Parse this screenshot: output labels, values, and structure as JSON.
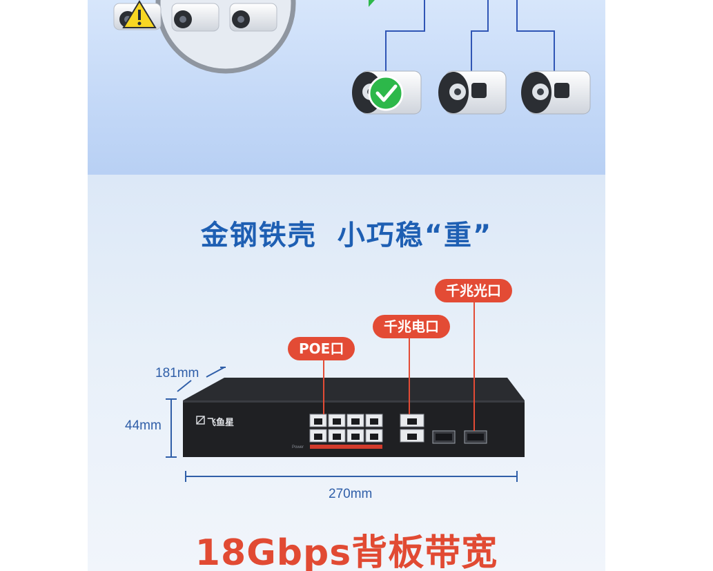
{
  "headline": {
    "part1": "金钢铁壳",
    "part2": "小巧稳“重”"
  },
  "callouts": {
    "poe_port": "POE口",
    "gigabit_electric_port": "千兆电口",
    "gigabit_optical_port": "千兆光口"
  },
  "dimensions": {
    "depth": "181mm",
    "height": "44mm",
    "width": "270mm"
  },
  "device": {
    "brand": "飞鱼星",
    "power_label": "Power"
  },
  "footline": "18Gbps背板带宽",
  "colors": {
    "headline": "#1e5fb3",
    "accent": "#e34b35",
    "dimension": "#2f5ea8",
    "wire": "#2f55b5",
    "check": "#2db84a",
    "warning": "#f7d623"
  }
}
